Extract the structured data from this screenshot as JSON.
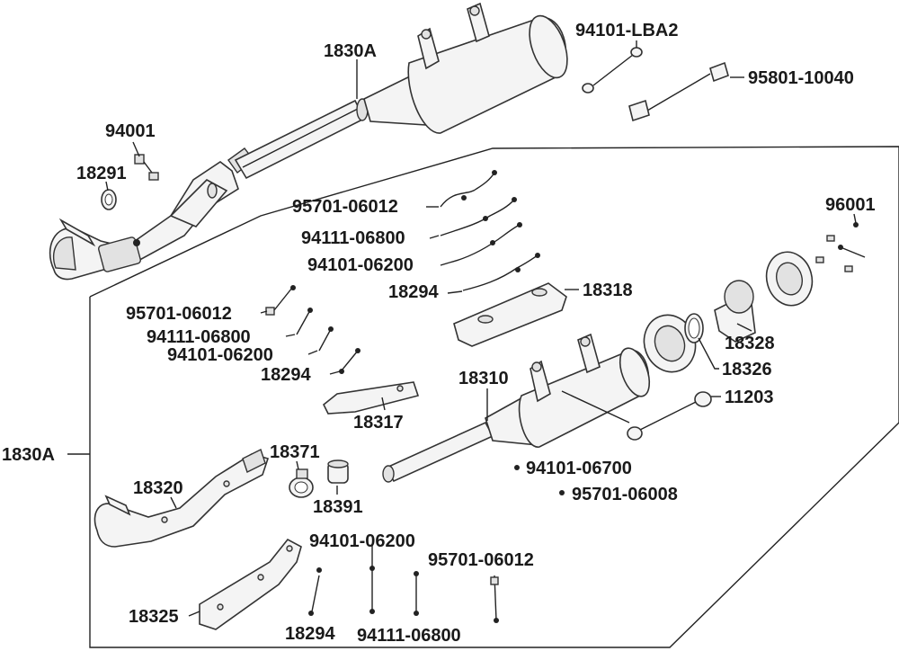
{
  "labels": {
    "assy_top": "1830A",
    "assy_side": "1830A",
    "p94001": "94001",
    "p18291": "18291",
    "p94101_lba2": "94101-LBA2",
    "p95801_10040": "95801-10040",
    "p96001": "96001",
    "p95701_06012_a": "95701-06012",
    "p94111_06800_a": "94111-06800",
    "p94101_06200_a": "94101-06200",
    "p18294_a": "18294",
    "p18318": "18318",
    "p95701_06012_b": "95701-06012",
    "p94111_06800_b": "94111-06800",
    "p94101_06200_b": "94101-06200",
    "p18294_b": "18294",
    "p18317": "18317",
    "p18328": "18328",
    "p18326": "18326",
    "p11203": "11203",
    "p18310": "18310",
    "p94101_06700": "94101-06700",
    "p95701_06008": "95701-06008",
    "p18371": "18371",
    "p18391": "18391",
    "p18320": "18320",
    "p94101_06200_c": "94101-06200",
    "p95701_06012_c": "95701-06012",
    "p18325": "18325",
    "p18294_c": "18294",
    "p94111_06800_c": "94111-06800"
  }
}
